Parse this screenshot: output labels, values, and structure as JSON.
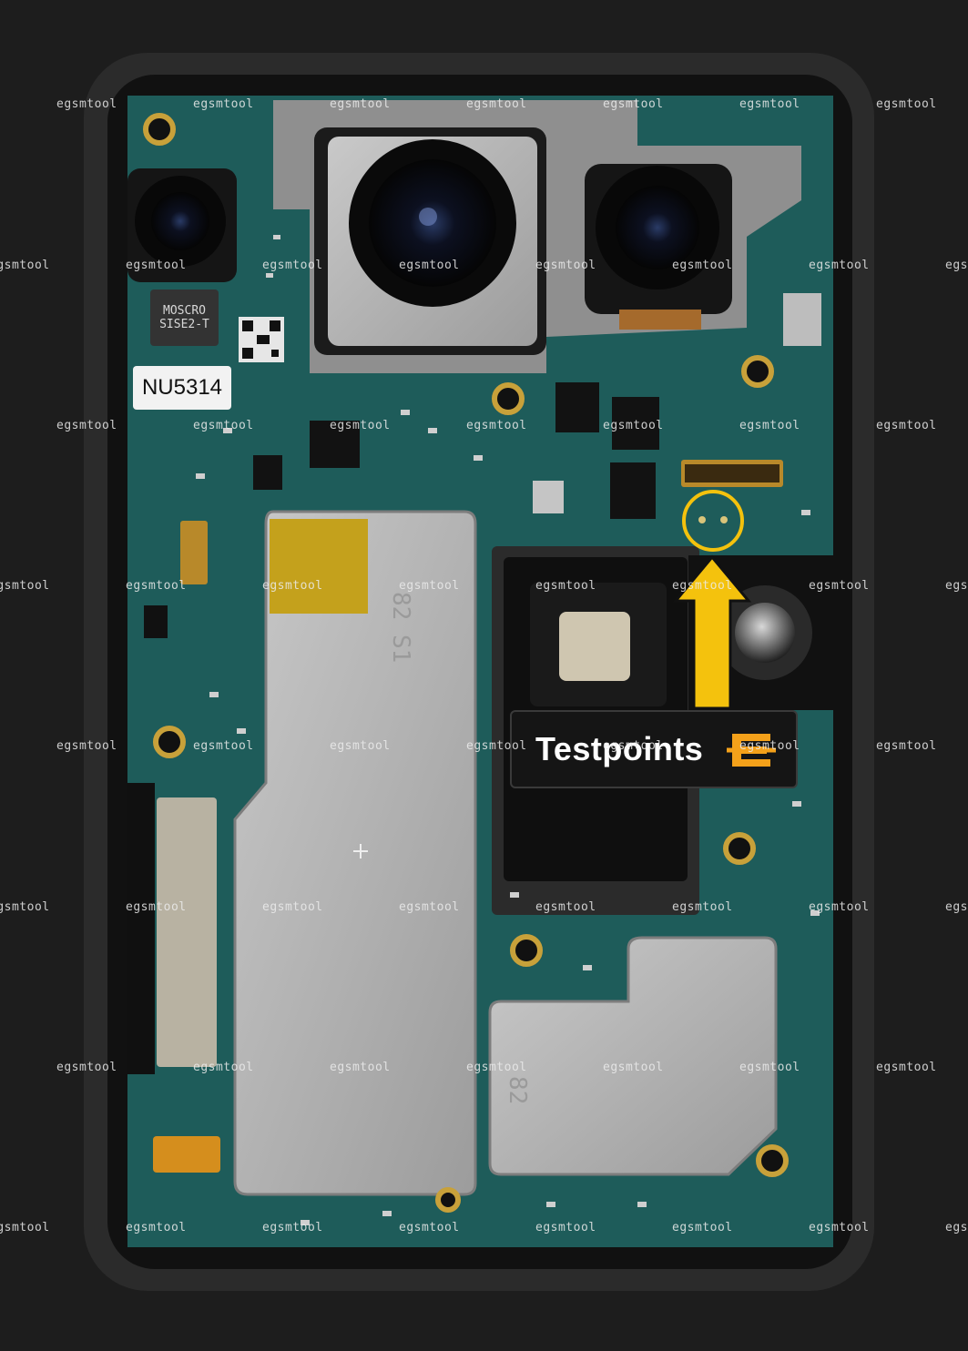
{
  "scene": {
    "label_text": "Testpoints",
    "chip_label_line1": "MOSCRO",
    "chip_label_line2": "SISE2-T",
    "board_sticker": "NU5314",
    "shield_marking_1": "82 S1",
    "shield_marking_2": "82",
    "watermark": "egsmtool",
    "colors": {
      "background": "#1d1d1d",
      "frame": "#2b2b2b",
      "pcb": "#1e5c5a",
      "shield": "#bdbdbd",
      "highlight": "#f4c20d"
    }
  }
}
